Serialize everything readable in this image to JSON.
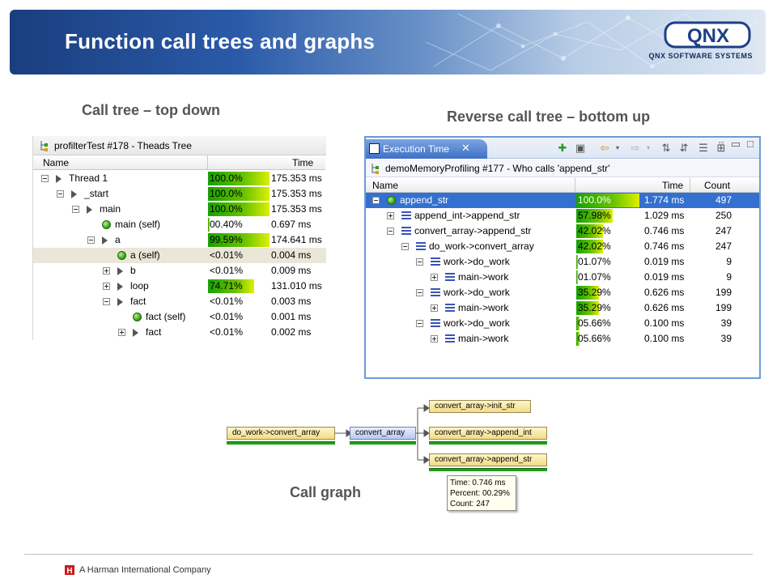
{
  "banner": {
    "title": "Function call trees and graphs",
    "logo_text": "QNX",
    "logo_subtitle": "QNX SOFTWARE SYSTEMS"
  },
  "sections": {
    "call_tree_heading": "Call tree – top down",
    "reverse_tree_heading": "Reverse call tree – bottom up",
    "call_graph_heading": "Call graph"
  },
  "left_panel": {
    "title": "profilterTest #178 - Theads Tree",
    "columns": {
      "name": "Name",
      "time": "Time"
    },
    "rows": [
      {
        "name": "Thread 1",
        "percent": "100.0%",
        "fill": 1.0,
        "time": "175.353 ms",
        "toggle": "minus",
        "icon": "arrow",
        "level": 0
      },
      {
        "name": "_start",
        "percent": "100.0%",
        "fill": 1.0,
        "time": "175.353 ms",
        "toggle": "minus",
        "icon": "arrow",
        "level": 1
      },
      {
        "name": "main",
        "percent": "100.0%",
        "fill": 1.0,
        "time": "175.353 ms",
        "toggle": "minus",
        "icon": "arrow",
        "level": 2
      },
      {
        "name": "main (self)",
        "percent": "00.40%",
        "fill": 0.004,
        "time": "0.697 ms",
        "toggle": "",
        "icon": "ball",
        "level": 3
      },
      {
        "name": "a",
        "percent": "99.59%",
        "fill": 0.9959,
        "time": "174.641 ms",
        "toggle": "minus",
        "icon": "arrow",
        "level": 3
      },
      {
        "name": "a (self)",
        "percent": "<0.01%",
        "fill": 0.0,
        "time": "0.004 ms",
        "toggle": "",
        "icon": "ball",
        "level": 4,
        "highlight": true
      },
      {
        "name": "b",
        "percent": "<0.01%",
        "fill": 0.0,
        "time": "0.009 ms",
        "toggle": "plus",
        "icon": "arrow",
        "level": 4
      },
      {
        "name": "loop",
        "percent": "74.71%",
        "fill": 0.7471,
        "time": "131.010 ms",
        "toggle": "plus",
        "icon": "arrow",
        "level": 4
      },
      {
        "name": "fact",
        "percent": "<0.01%",
        "fill": 0.0,
        "time": "0.003 ms",
        "toggle": "minus",
        "icon": "arrow",
        "level": 4
      },
      {
        "name": "fact (self)",
        "percent": "<0.01%",
        "fill": 0.0,
        "time": "0.001 ms",
        "toggle": "",
        "icon": "ball",
        "level": 5
      },
      {
        "name": "fact",
        "percent": "<0.01%",
        "fill": 0.0,
        "time": "0.002 ms",
        "toggle": "plus",
        "icon": "arrow",
        "level": 5
      }
    ]
  },
  "right_panel": {
    "tab_label": "Execution Time",
    "subtitle": "demoMemoryProfiling #177 - Who calls 'append_str'",
    "columns": {
      "name": "Name",
      "time": "Time",
      "count": "Count"
    },
    "rows": [
      {
        "name": "append_str",
        "percent": "100.0%",
        "fill": 1.0,
        "time": "1.774 ms",
        "count": "497",
        "toggle": "minus",
        "icon": "ball",
        "level": 0,
        "selected": true
      },
      {
        "name": "append_int->append_str",
        "percent": "57.98%",
        "fill": 0.5798,
        "time": "1.029 ms",
        "count": "250",
        "toggle": "plus",
        "icon": "lines",
        "level": 1
      },
      {
        "name": "convert_array->append_str",
        "percent": "42.02%",
        "fill": 0.4202,
        "time": "0.746 ms",
        "count": "247",
        "toggle": "minus",
        "icon": "lines",
        "level": 1
      },
      {
        "name": "do_work->convert_array",
        "percent": "42.02%",
        "fill": 0.4202,
        "time": "0.746 ms",
        "count": "247",
        "toggle": "minus",
        "icon": "lines",
        "level": 2
      },
      {
        "name": "work->do_work",
        "percent": "01.07%",
        "fill": 0.0107,
        "time": "0.019 ms",
        "count": "9",
        "toggle": "minus",
        "icon": "lines",
        "level": 3
      },
      {
        "name": "main->work",
        "percent": "01.07%",
        "fill": 0.0107,
        "time": "0.019 ms",
        "count": "9",
        "toggle": "plus",
        "icon": "lines",
        "level": 4
      },
      {
        "name": "work->do_work",
        "percent": "35.29%",
        "fill": 0.3529,
        "time": "0.626 ms",
        "count": "199",
        "toggle": "minus",
        "icon": "lines",
        "level": 3
      },
      {
        "name": "main->work",
        "percent": "35.29%",
        "fill": 0.3529,
        "time": "0.626 ms",
        "count": "199",
        "toggle": "plus",
        "icon": "lines",
        "level": 4
      },
      {
        "name": "work->do_work",
        "percent": "05.66%",
        "fill": 0.0566,
        "time": "0.100 ms",
        "count": "39",
        "toggle": "minus",
        "icon": "lines",
        "level": 3
      },
      {
        "name": "main->work",
        "percent": "05.66%",
        "fill": 0.0566,
        "time": "0.100 ms",
        "count": "39",
        "toggle": "plus",
        "icon": "lines",
        "level": 4
      }
    ]
  },
  "call_graph": {
    "nodes": {
      "caller": "do_work->convert_array",
      "center": "convert_array",
      "callee1": "convert_array->init_str",
      "callee2": "convert_array->append_int",
      "callee3": "convert_array->append_str"
    },
    "tooltip": {
      "time": "Time: 0.746 ms",
      "percent": "Percent: 00.29%",
      "count": "Count: 247"
    }
  },
  "footer": {
    "company": "A Harman International Company",
    "logo_letter": "H"
  },
  "colors": {
    "banner_dark": "#1a3e7e",
    "selection": "#3470cf",
    "bar_green": "#16a000",
    "heading_gray": "#555555"
  }
}
